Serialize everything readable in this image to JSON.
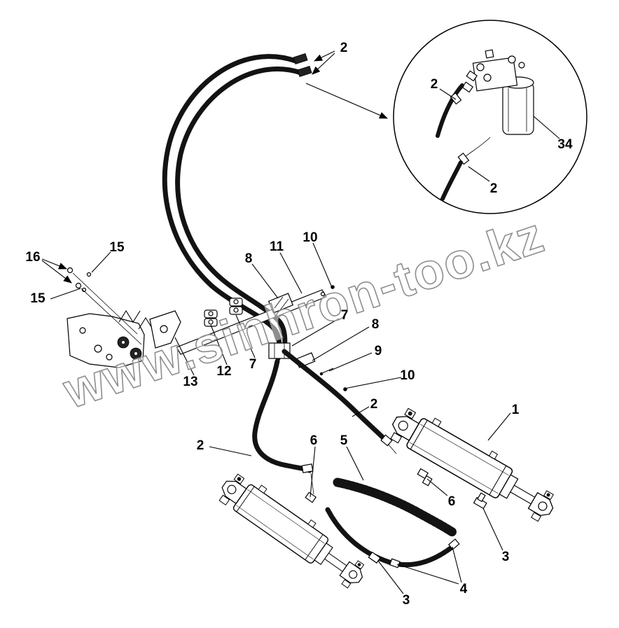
{
  "diagram": {
    "watermark": "www.sinhron-too.kz",
    "callouts": {
      "top_hoses": "2",
      "detail_left": "2",
      "detail_right": "34",
      "detail_bottom": "2",
      "left_16": "16",
      "left_15_upper": "15",
      "left_15_lower": "15",
      "mid_8_upper": "8",
      "mid_11": "11",
      "mid_10_upper": "10",
      "mid_7_right": "7",
      "mid_8_lower": "8",
      "mid_9": "9",
      "mid_10_lower": "10",
      "mid_13": "13",
      "mid_12": "12",
      "mid_7_left": "7",
      "hose_2_right": "2",
      "cyl_1": "1",
      "hose_2_left": "2",
      "fit_6_left": "6",
      "guard_5": "5",
      "fit_6_right": "6",
      "fit_3_right": "3",
      "fit_3_left": "3",
      "clamp_4": "4"
    }
  }
}
